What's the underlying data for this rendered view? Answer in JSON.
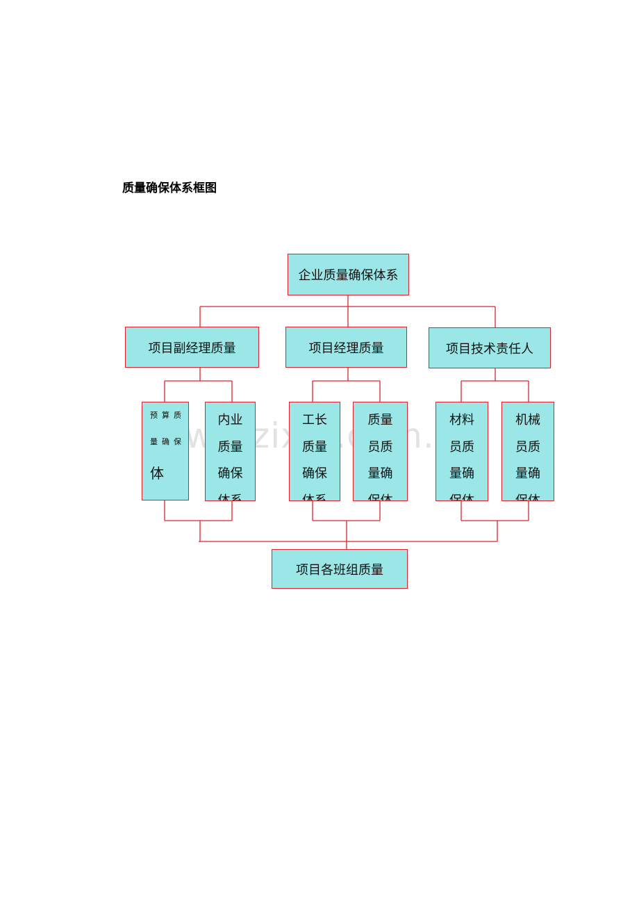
{
  "heading": "质量确保体系框图",
  "watermark": "www.zixin.com.cn",
  "colors": {
    "box_fill": "#9be6e6",
    "border": "#e0202a",
    "line": "#e0202a"
  },
  "nodes": {
    "top": "企业质量确保体系",
    "deputy_manager": "项目副经理质量",
    "manager": "项目经理质量",
    "tech_lead": "项目技术责任人",
    "budget": {
      "line1": "预算质",
      "line2": "量确保",
      "line3": "体"
    },
    "internal": "内业质量确保体系",
    "foreman": "工长质量确保体系",
    "quality_officer": "质量员质量确保体",
    "material_officer": "材料员质量确保体",
    "machinery_officer": "机械员质量确保体",
    "teams": "项目各班组质量"
  }
}
